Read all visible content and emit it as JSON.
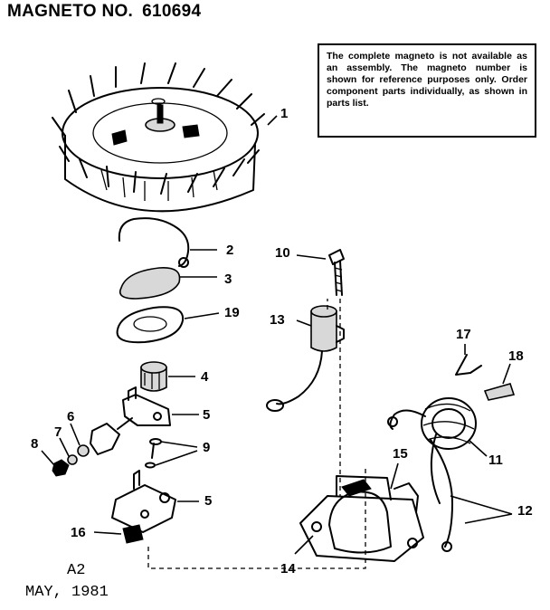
{
  "header": {
    "title": "MAGNETO NO.",
    "number": "610694"
  },
  "note": {
    "text": "The complete magneto is not available as an assembly. The magneto number is shown for reference purposes only. Order component parts individually, as shown in parts list."
  },
  "callouts": {
    "c1": "1",
    "c2": "2",
    "c3": "3",
    "c19": "19",
    "c4": "4",
    "c5a": "5",
    "c6": "6",
    "c7": "7",
    "c8": "8",
    "c9": "9",
    "c5b": "5",
    "c16": "16",
    "c10": "10",
    "c13": "13",
    "c17": "17",
    "c18": "18",
    "c11": "11",
    "c15": "15",
    "c12": "12",
    "c14": "14"
  },
  "footer": {
    "code": "A2",
    "date": "MAY, 1981"
  }
}
